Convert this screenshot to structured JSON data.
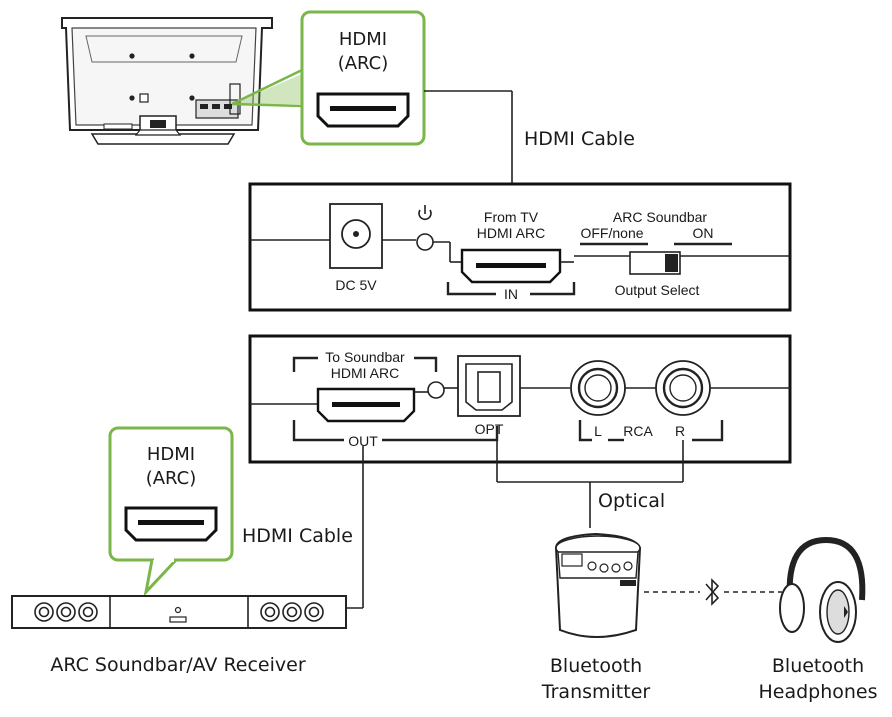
{
  "colors": {
    "callout_green": "#7ab648",
    "line": "#222222"
  },
  "tv": {
    "callout_line1": "HDMI",
    "callout_line2": "(ARC)"
  },
  "cable_top_label": "HDMI Cable",
  "input_panel": {
    "dc_label": "DC 5V",
    "from_tv_line1": "From TV",
    "from_tv_line2": "HDMI ARC",
    "in_label": "IN",
    "arc_title": "ARC Soundbar",
    "off_label": "OFF/none",
    "on_label": "ON",
    "output_select_label": "Output Select"
  },
  "output_panel": {
    "to_soundbar_line1": "To Soundbar",
    "to_soundbar_line2": "HDMI ARC",
    "out_label": "OUT",
    "opt_label": "OPT",
    "l_label": "L",
    "rca_label": "RCA",
    "r_label": "R"
  },
  "optical_label": "Optical",
  "soundbar": {
    "callout_line1": "HDMI",
    "callout_line2": "(ARC)",
    "name": "ARC Soundbar/AV Receiver"
  },
  "cable_bottom_label": "HDMI Cable",
  "transmitter": {
    "line1": "Bluetooth",
    "line2": "Transmitter"
  },
  "headphones": {
    "line1": "Bluetooth",
    "line2": "Headphones"
  },
  "icons": [
    "power-icon",
    "bluetooth-icon",
    "hdmi-port-icon",
    "optical-port-icon",
    "rca-jack-icon",
    "dc-jack-icon"
  ]
}
